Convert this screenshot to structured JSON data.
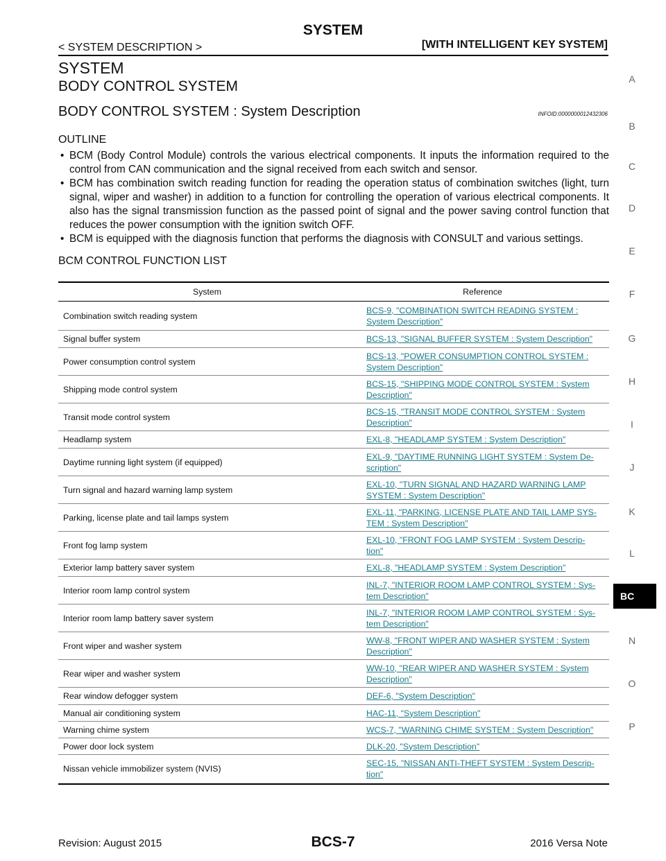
{
  "header": {
    "title": "SYSTEM",
    "section": "< SYSTEM DESCRIPTION >",
    "variant": "[WITH INTELLIGENT KEY SYSTEM]"
  },
  "headings": {
    "h1": "SYSTEM",
    "h2": "BODY CONTROL SYSTEM",
    "h3": "BODY CONTROL SYSTEM : System Description",
    "info_id": "INFOID:0000000012432306"
  },
  "outline": {
    "title": "OUTLINE",
    "bullets": [
      "BCM (Body Control Module) controls the various electrical components. It inputs the information required to the control from CAN communication and the signal received from each switch and sensor.",
      "BCM has combination switch reading function for reading the operation status of combination switches (light, turn signal, wiper and washer) in addition to a function for controlling the operation of various electrical components. It also has the signal transmission function as the passed point of signal and the power saving control function that reduces the power consumption with the ignition switch OFF.",
      "BCM is equipped with the diagnosis function that performs the diagnosis with CONSULT and various settings."
    ]
  },
  "function_list": {
    "title": "BCM CONTROL FUNCTION LIST",
    "col_system": "System",
    "col_reference": "Reference",
    "rows": [
      {
        "system": "Combination switch reading system",
        "ref1": "BCS-9, \"COMBINATION SWITCH READING SYSTEM :",
        "ref2": "System Description\""
      },
      {
        "system": "Signal buffer system",
        "ref1": "BCS-13, \"SIGNAL BUFFER SYSTEM : System Description\"",
        "ref2": ""
      },
      {
        "system": "Power consumption control system",
        "ref1": "BCS-13, \"POWER CONSUMPTION CONTROL SYSTEM :",
        "ref2": "System Description\""
      },
      {
        "system": "Shipping mode control system",
        "ref1": "BCS-15, \"SHIPPING MODE CONTROL SYSTEM : System",
        "ref2": "Description\""
      },
      {
        "system": "Transit mode control system",
        "ref1": "BCS-15, \"TRANSIT MODE CONTROL SYSTEM : System",
        "ref2": "Description\""
      },
      {
        "system": "Headlamp system",
        "ref1": "EXL-8, \"HEADLAMP SYSTEM : System Description\"",
        "ref2": ""
      },
      {
        "system": "Daytime running light system (if equipped)",
        "ref1": "EXL-9, \"DAYTIME RUNNING LIGHT SYSTEM : System De-",
        "ref2": "scription\""
      },
      {
        "system": "Turn signal and hazard warning lamp system",
        "ref1": "EXL-10, \"TURN SIGNAL AND HAZARD WARNING LAMP",
        "ref2": "SYSTEM : System Description\""
      },
      {
        "system": "Parking, license plate and tail lamps system",
        "ref1": "EXL-11, \"PARKING, LICENSE PLATE AND TAIL LAMP SYS-",
        "ref2": "TEM : System Description\""
      },
      {
        "system": "Front fog lamp system",
        "ref1": "EXL-10, \"FRONT FOG LAMP SYSTEM : System Descrip-",
        "ref2": "tion\""
      },
      {
        "system": "Exterior lamp battery saver system",
        "ref1": "EXL-8, \"HEADLAMP SYSTEM : System Description\"",
        "ref2": ""
      },
      {
        "system": "Interior room lamp control system",
        "ref1": "INL-7, \"INTERIOR ROOM LAMP CONTROL SYSTEM : Sys-",
        "ref2": "tem Description\""
      },
      {
        "system": "Interior room lamp battery saver system",
        "ref1": "INL-7, \"INTERIOR ROOM LAMP CONTROL SYSTEM : Sys-",
        "ref2": "tem Description\""
      },
      {
        "system": "Front wiper and washer system",
        "ref1": "WW-8, \"FRONT WIPER AND WASHER SYSTEM : System",
        "ref2": "Description\""
      },
      {
        "system": "Rear wiper and washer system",
        "ref1": "WW-10, \"REAR WIPER AND WASHER SYSTEM : System",
        "ref2": "Description\""
      },
      {
        "system": "Rear window defogger system",
        "ref1": "DEF-6, \"System Description\"",
        "ref2": ""
      },
      {
        "system": "Manual air conditioning system",
        "ref1": "HAC-11, \"System Description\"",
        "ref2": ""
      },
      {
        "system": "Warning chime system",
        "ref1": "WCS-7, \"WARNING CHIME SYSTEM : System Description\"",
        "ref2": ""
      },
      {
        "system": "Power door lock system",
        "ref1": "DLK-20, \"System Description\"",
        "ref2": ""
      },
      {
        "system": "Nissan vehicle immobilizer system (NVIS)",
        "ref1": "SEC-15, \"NISSAN ANTI-THEFT SYSTEM : System Descrip-",
        "ref2": "tion\""
      }
    ]
  },
  "side_tabs": [
    "A",
    "B",
    "C",
    "D",
    "E",
    "F",
    "G",
    "H",
    "I",
    "J",
    "K",
    "L",
    "BC",
    "N",
    "O",
    "P"
  ],
  "active_tab": "BC",
  "footer": {
    "revision": "Revision: August 2015",
    "page": "BCS-7",
    "model": "2016 Versa Note"
  }
}
